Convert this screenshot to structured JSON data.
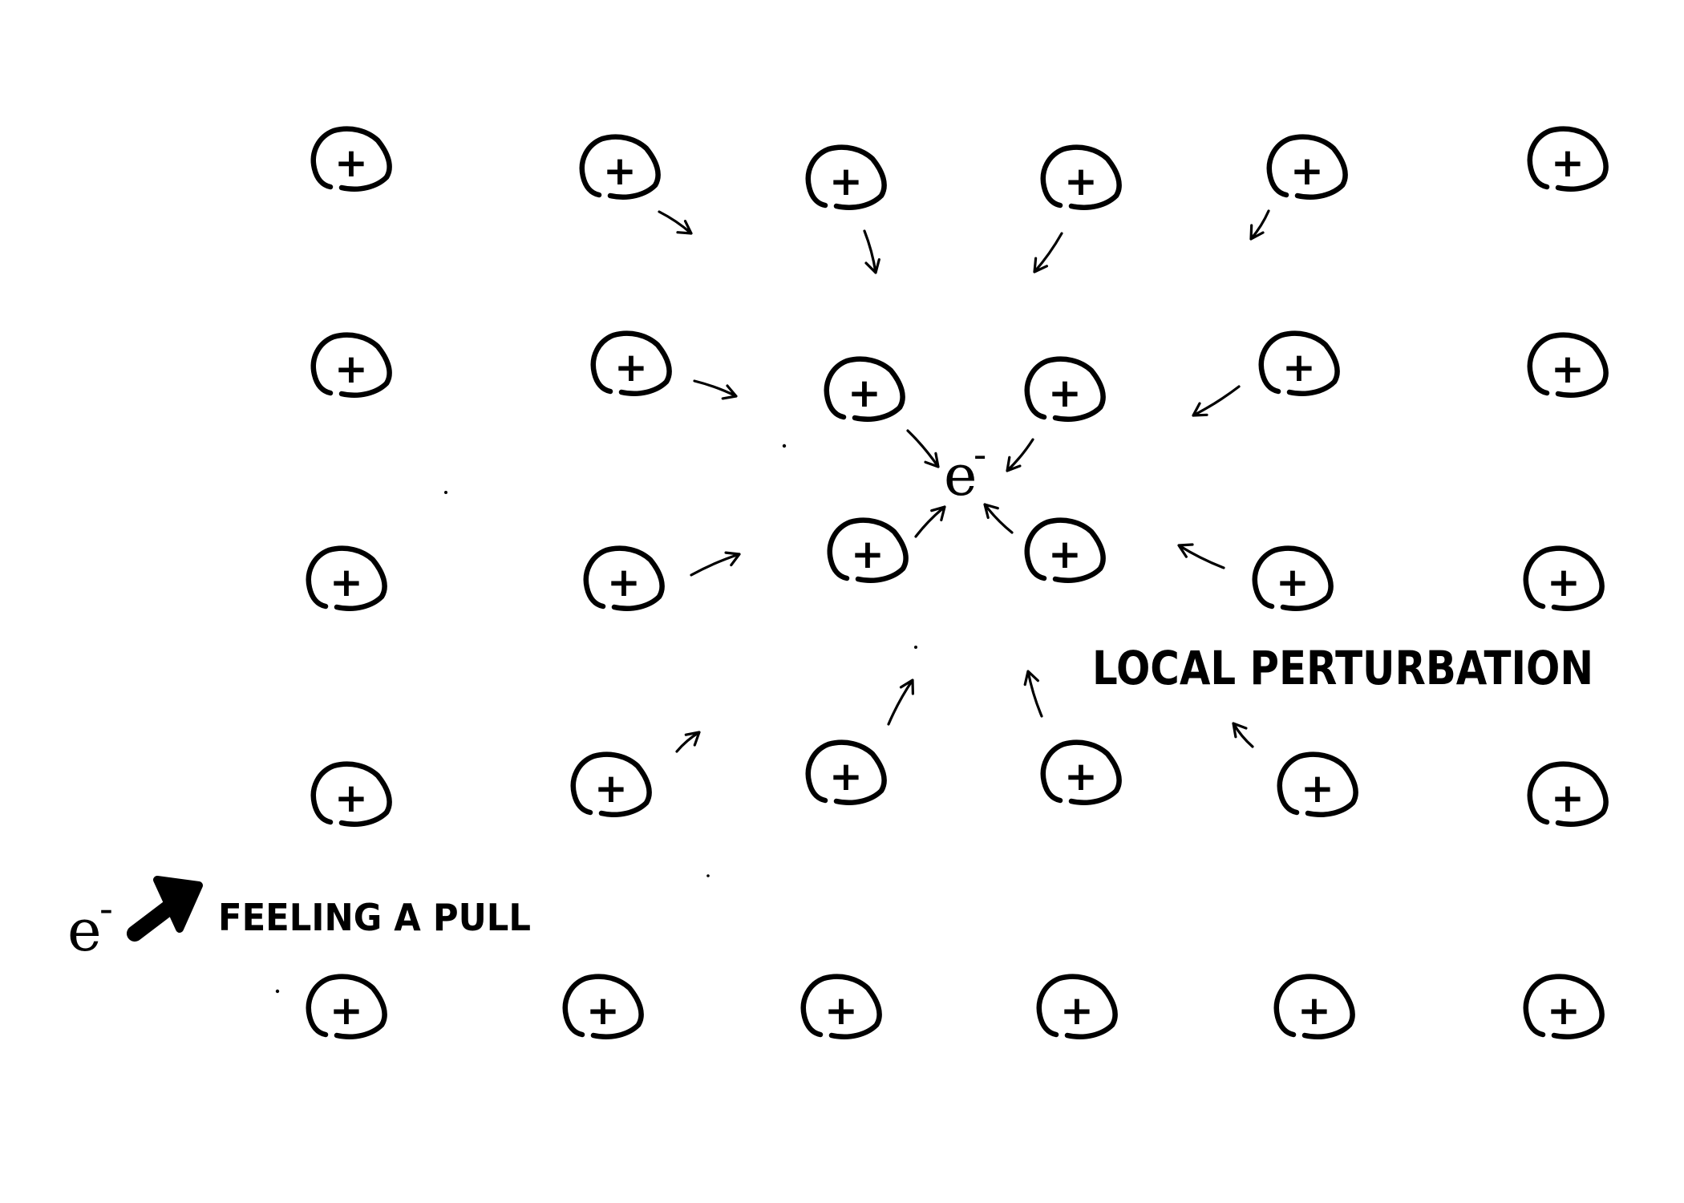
{
  "ion_charge_symbol": "+",
  "electron": {
    "base": "e",
    "superscript": "-"
  },
  "legend": {
    "base": "e",
    "superscript": "-",
    "caption": "FEELING A PULL"
  },
  "annotation": "LOCAL PERTURBATION",
  "colors": {
    "ink": "#000000",
    "paper": "#ffffff"
  },
  "lattice": {
    "rows": 5,
    "columns": 6,
    "perturbed_ions_around_electron": 4
  }
}
